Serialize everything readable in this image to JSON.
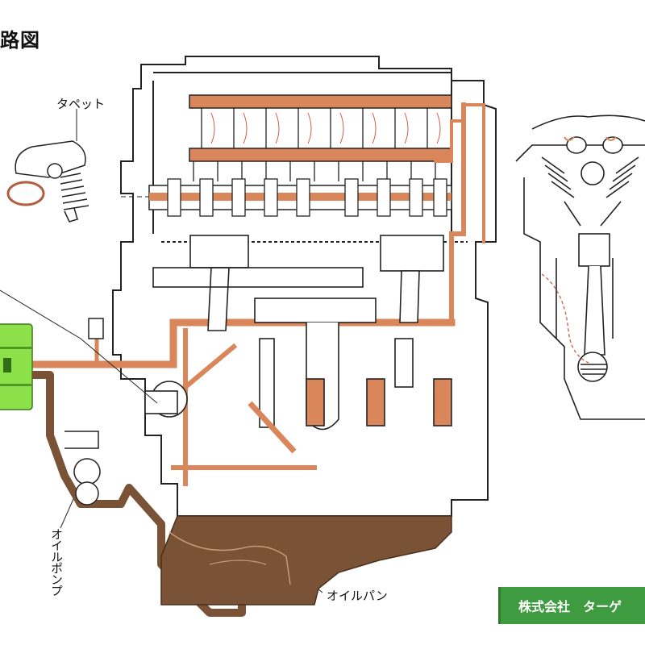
{
  "title": "路図",
  "labels": {
    "tappet": "タペット",
    "oil_pump": "オイルポンプ",
    "oil_pan": "オイルパン"
  },
  "company_banner": {
    "text": "株式会社　ターゲ"
  },
  "colors": {
    "oil_line": "#d9865a",
    "oil_pan": "#7a5236",
    "oil_filter": "#8ce04a",
    "line_art": "#222222",
    "banner_bg": "#3f9b3f"
  }
}
